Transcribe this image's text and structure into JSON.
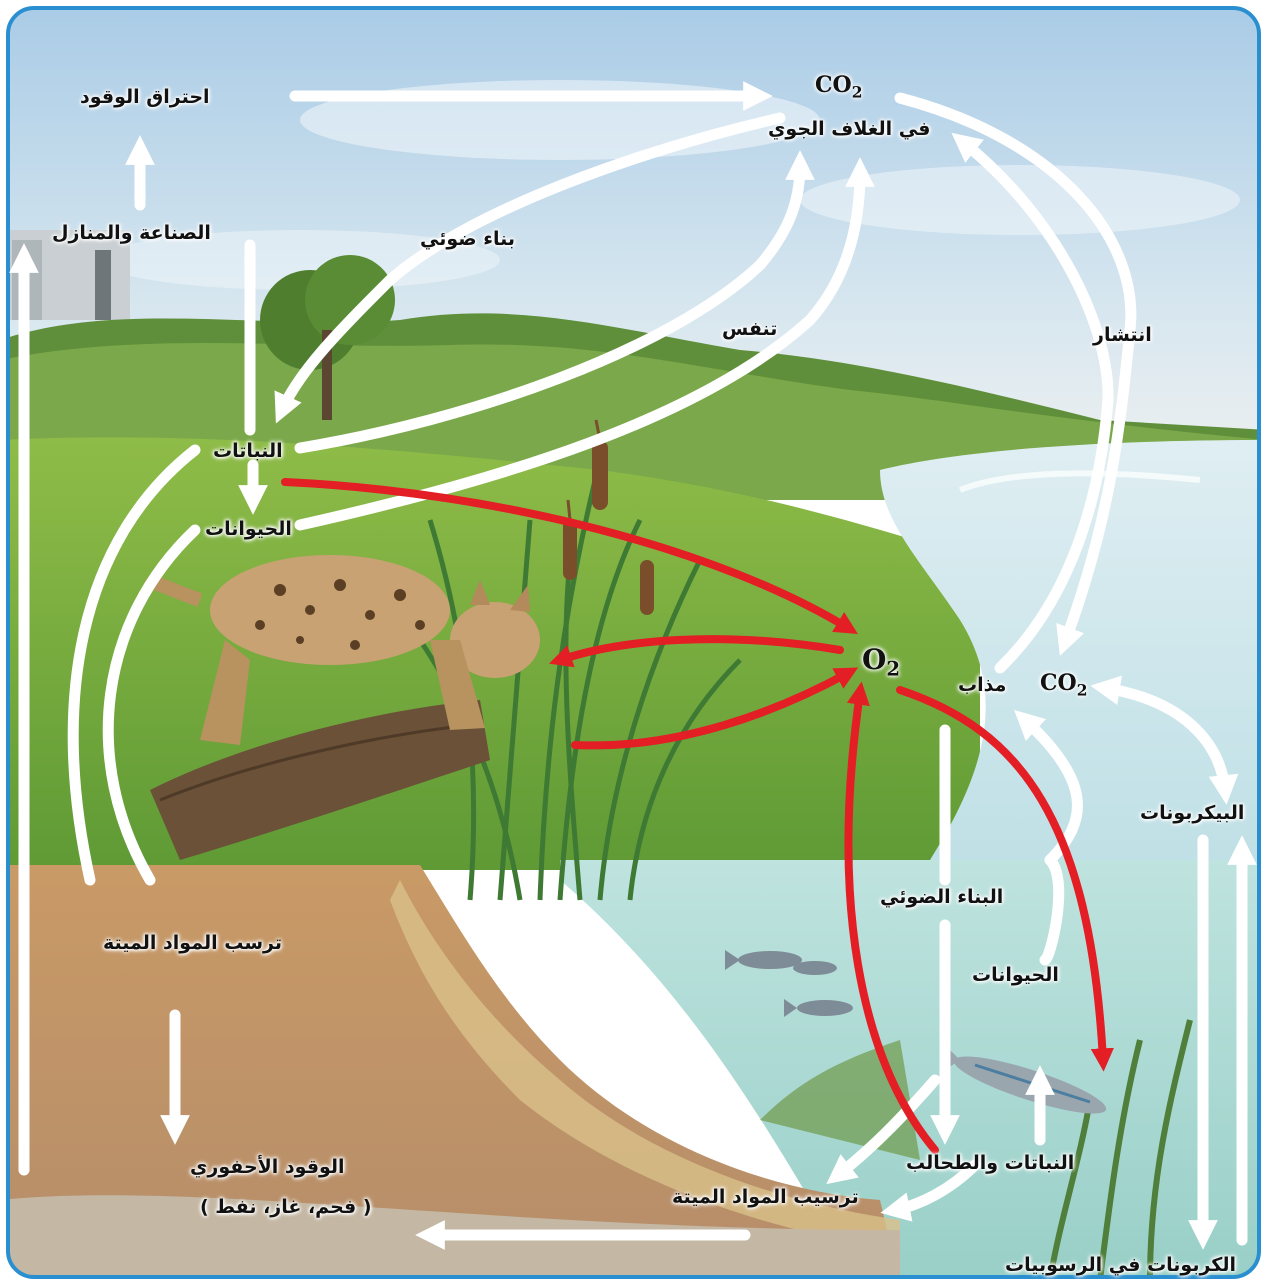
{
  "atmosphere": {
    "formula": "CO",
    "subscript": "2",
    "label": "في الغلاف الجوي"
  },
  "dissolved": {
    "formula": "CO",
    "subscript": "2",
    "label": "مذاب"
  },
  "oxygen": {
    "formula": "O",
    "subscript": "2"
  },
  "labels": {
    "fuel_combustion": "احتراق الوقود",
    "industry_homes": "الصناعة والمنازل",
    "photosynthesis": "بناء ضوئي",
    "respiration": "تنفس",
    "diffusion": "انتشار",
    "plants": "النباتات",
    "animals": "الحيوانات",
    "dead_matter_deposition": "ترسب المواد الميتة",
    "fossil_fuel": "الوقود الأحفوري",
    "fossil_fuel_types": "( فحم، غاز، نفط )",
    "aquatic_photosynthesis": "البناء الضوئي",
    "aquatic_animals": "الحيوانات",
    "plants_and_algae": "النباتات والطحالب",
    "dead_matter_sedimentation": "ترسيب المواد الميتة",
    "bicarbonates": "البيكربونات",
    "carbonates_in_sediments": "الكربونات في الرسوبيات"
  },
  "colors": {
    "carbon_arrow": "#ffffff",
    "oxygen_arrow": "#e31e24",
    "frame": "#2a8fd0"
  }
}
